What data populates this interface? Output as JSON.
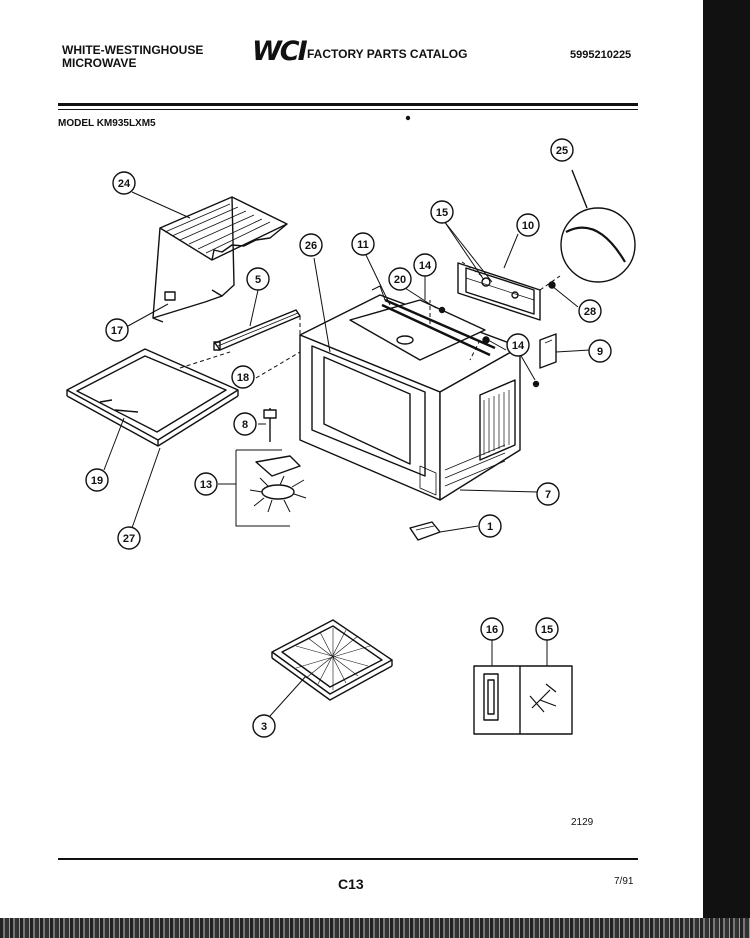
{
  "header": {
    "brand_line1": "WHITE-WESTINGHOUSE",
    "brand_line2": "MICROWAVE",
    "logo": "WCI",
    "catalog_title": "FACTORY PARTS CATALOG",
    "part_number": "5995210225"
  },
  "model": "MODEL KM935LXM5",
  "callouts": [
    "24",
    "17",
    "5",
    "26",
    "11",
    "20",
    "14",
    "15",
    "10",
    "25",
    "28",
    "9",
    "14",
    "18",
    "8",
    "13",
    "19",
    "27",
    "7",
    "1",
    "3",
    "16",
    "15"
  ],
  "footer": {
    "drawing_number": "2129",
    "page_code": "C13",
    "date": "7/91"
  }
}
